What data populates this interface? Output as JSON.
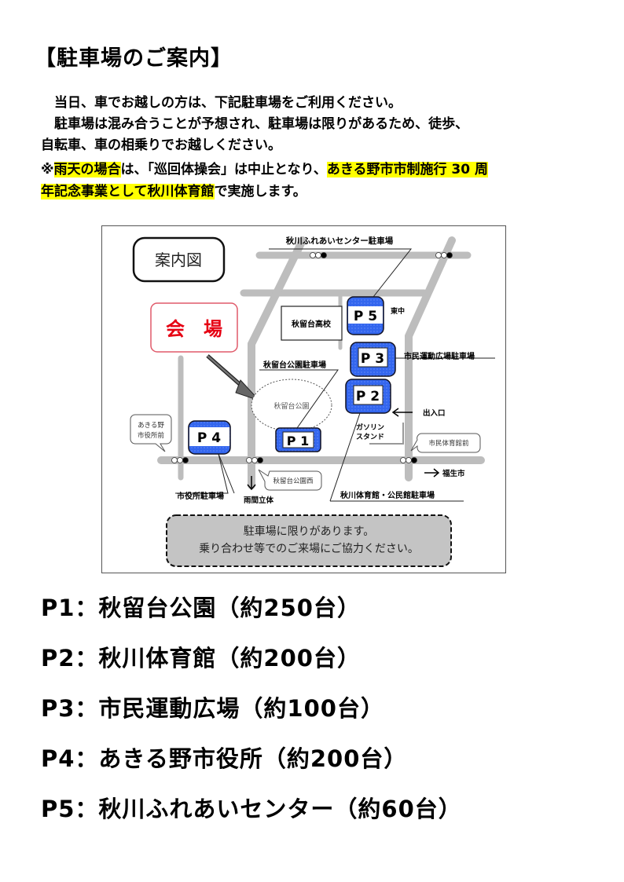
{
  "title": "【駐車場のご案内】",
  "intro": {
    "line1": "　当日、車でお越しの方は、下記駐車場をご利用ください。",
    "line2": "　駐車場は混み合うことが予想され、駐車場は限りがあるため、徒歩、",
    "line3": "自転車、車の相乗りでお越しください。",
    "line4_prefix": "※",
    "line4_hl1": "雨天の場合",
    "line4_mid": "は、「巡回体操会」は中止となり、",
    "line4_hl2": "あきる野市市制施行 30 周",
    "line5_hl": "年記念事業として秋川体育館",
    "line5_suffix": "で実施します。",
    "highlight_color": "#ffff00"
  },
  "map": {
    "legend_label": "案内図",
    "venue_label": "会　場",
    "venue_color": "#e60012",
    "park_label": "秋留台公園",
    "school_label": "秋留台高校",
    "parking_color": "#3366ee",
    "lots": {
      "p1": "P 1",
      "p2": "P 2",
      "p3": "P 3",
      "p4": "P 4",
      "p5": "P 5"
    },
    "labels": {
      "fureai_parking": "秋川ふれあいセンター駐車場",
      "higashinaka": "東中",
      "shimin_undo_parking": "市民運動広場駐車場",
      "akirudai_park_parking": "秋留台公園駐車場",
      "entrance": "出入口",
      "gas_station_1": "ガソリン",
      "gas_station_2": "スタンド",
      "shiyakusho_mae_1": "あきる野",
      "shiyakusho_mae_2": "市役所前",
      "shimin_taiikukan_mae": "市民体育館前",
      "akirudai_park_nishi": "秋留台公園西",
      "fussa": "福生市",
      "uryu_rittai": "雨間立体",
      "shiyakusho_parking": "市役所駐車場",
      "taiikukan_parking": "秋川体育館・公民館駐車場"
    },
    "notice_line1": "駐車場に限りがあります。",
    "notice_line2": "乗り合わせ等でのご来場にご協力ください。"
  },
  "parking_lots": [
    {
      "id": "P1",
      "text": "P1：秋留台公園（約250台）"
    },
    {
      "id": "P2",
      "text": "P2：秋川体育館（約200台）"
    },
    {
      "id": "P3",
      "text": "P3：市民運動広場（約100台）"
    },
    {
      "id": "P4",
      "text": "P4：あきる野市役所（約200台）"
    },
    {
      "id": "P5",
      "text": "P5：秋川ふれあいセンター（約60台）"
    }
  ]
}
